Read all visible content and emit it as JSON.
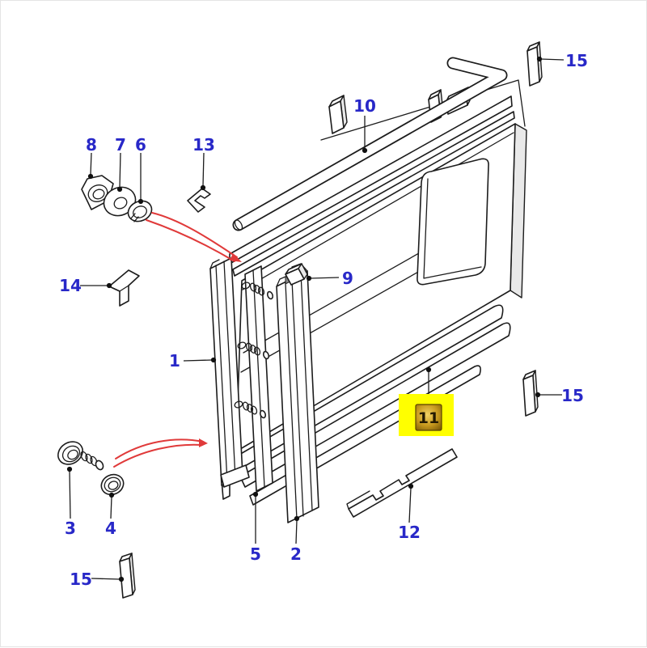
{
  "diagram": {
    "type": "exploded-parts-diagram",
    "background_color": "#ffffff",
    "label_color": "#2828C8",
    "line_color": "#1c1c1c",
    "red_leader_color": "#E03A3A",
    "highlight": {
      "outer_color": "#FFFF00",
      "box_color_light": "#f2d264",
      "box_color_dark": "#7d5c06",
      "text_color": "#241a00",
      "callout": "11"
    },
    "callouts": [
      {
        "label": "8",
        "part": "hex-nut"
      },
      {
        "label": "7",
        "part": "flat-washer"
      },
      {
        "label": "6",
        "part": "lock-washer"
      },
      {
        "label": "13",
        "part": "corner-clip"
      },
      {
        "label": "10",
        "part": "top-rail-tube"
      },
      {
        "label": "15",
        "part": "spacer-strip-top-right"
      },
      {
        "label": "14",
        "part": "angle-bracket"
      },
      {
        "label": "9",
        "part": "small-clip"
      },
      {
        "label": "1",
        "part": "left-channel"
      },
      {
        "label": "15",
        "part": "spacer-strip-right"
      },
      {
        "label": "11",
        "part": "bottom-rail-strip",
        "highlighted": true
      },
      {
        "label": "3",
        "part": "flanged-screw"
      },
      {
        "label": "4",
        "part": "washer-grommet"
      },
      {
        "label": "5",
        "part": "packing-strip"
      },
      {
        "label": "2",
        "part": "glazing-channel"
      },
      {
        "label": "12",
        "part": "notched-strip"
      },
      {
        "label": "15",
        "part": "spacer-strip-bottom-left"
      }
    ]
  }
}
